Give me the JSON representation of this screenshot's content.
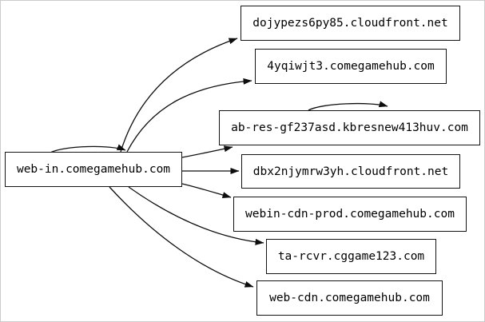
{
  "diagram": {
    "type": "directed-graph",
    "layout": "left-to-right",
    "source_node": "web-in.comegamehub.com",
    "nodes": [
      {
        "id": "web-in",
        "label": "web-in.comegamehub.com"
      },
      {
        "id": "dojypezs6py85",
        "label": "dojypezs6py85.cloudfront.net"
      },
      {
        "id": "4yqiwjt3",
        "label": "4yqiwjt3.comegamehub.com"
      },
      {
        "id": "ab-res",
        "label": "ab-res-gf237asd.kbresnew413huv.com"
      },
      {
        "id": "dbx2njymrw3yh",
        "label": "dbx2njymrw3yh.cloudfront.net"
      },
      {
        "id": "webin-cdn-prod",
        "label": "webin-cdn-prod.comegamehub.com"
      },
      {
        "id": "ta-rcvr",
        "label": "ta-rcvr.cggame123.com"
      },
      {
        "id": "web-cdn",
        "label": "web-cdn.comegamehub.com"
      }
    ],
    "edges": [
      {
        "from": "web-in",
        "to": "web-in",
        "self_loop": true
      },
      {
        "from": "web-in",
        "to": "dojypezs6py85",
        "self_loop": false
      },
      {
        "from": "web-in",
        "to": "4yqiwjt3",
        "self_loop": false
      },
      {
        "from": "web-in",
        "to": "ab-res",
        "self_loop": false
      },
      {
        "from": "web-in",
        "to": "dbx2njymrw3yh",
        "self_loop": false
      },
      {
        "from": "web-in",
        "to": "webin-cdn-prod",
        "self_loop": false
      },
      {
        "from": "web-in",
        "to": "ta-rcvr",
        "self_loop": false
      },
      {
        "from": "web-in",
        "to": "web-cdn",
        "self_loop": false
      },
      {
        "from": "ab-res",
        "to": "ab-res",
        "self_loop": true
      }
    ],
    "colors": {
      "background": "#ffffff",
      "node_fill": "#ffffff",
      "node_border": "#141414",
      "edge": "#0e0e0e",
      "text": "#000000",
      "frame_border": "#cccccc"
    }
  }
}
